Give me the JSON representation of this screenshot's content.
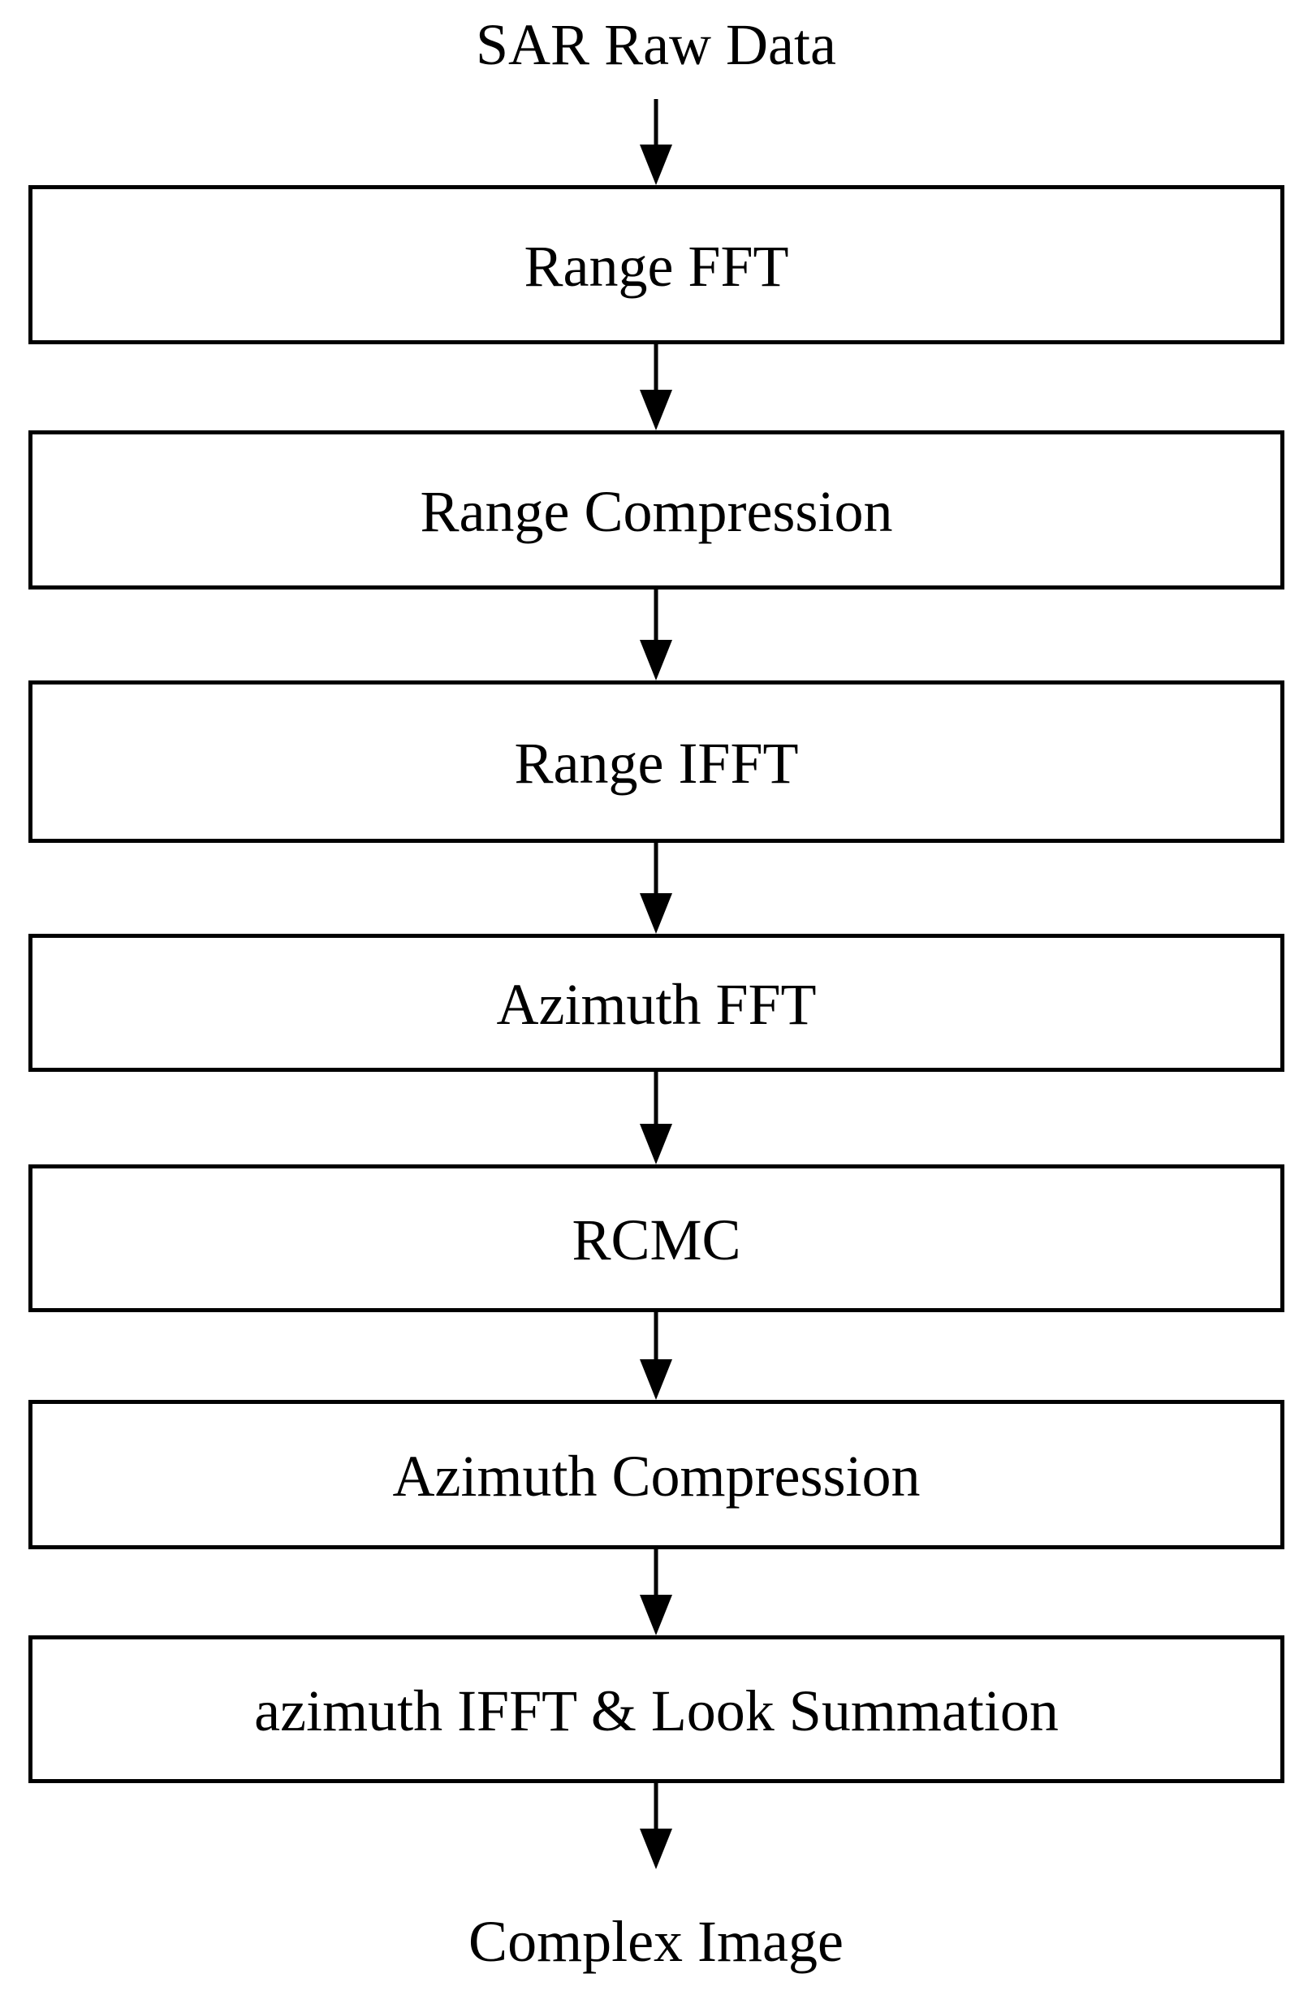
{
  "diagram": {
    "input_label": "SAR Raw Data",
    "output_label": "Complex Image",
    "steps": [
      {
        "label": "Range FFT"
      },
      {
        "label": "Range Compression"
      },
      {
        "label": "Range IFFT"
      },
      {
        "label": "Azimuth FFT"
      },
      {
        "label": "RCMC"
      },
      {
        "label": "Azimuth Compression"
      },
      {
        "label": "azimuth IFFT & Look Summation"
      }
    ],
    "colors": {
      "stroke": "#000000",
      "background": "#ffffff"
    }
  }
}
